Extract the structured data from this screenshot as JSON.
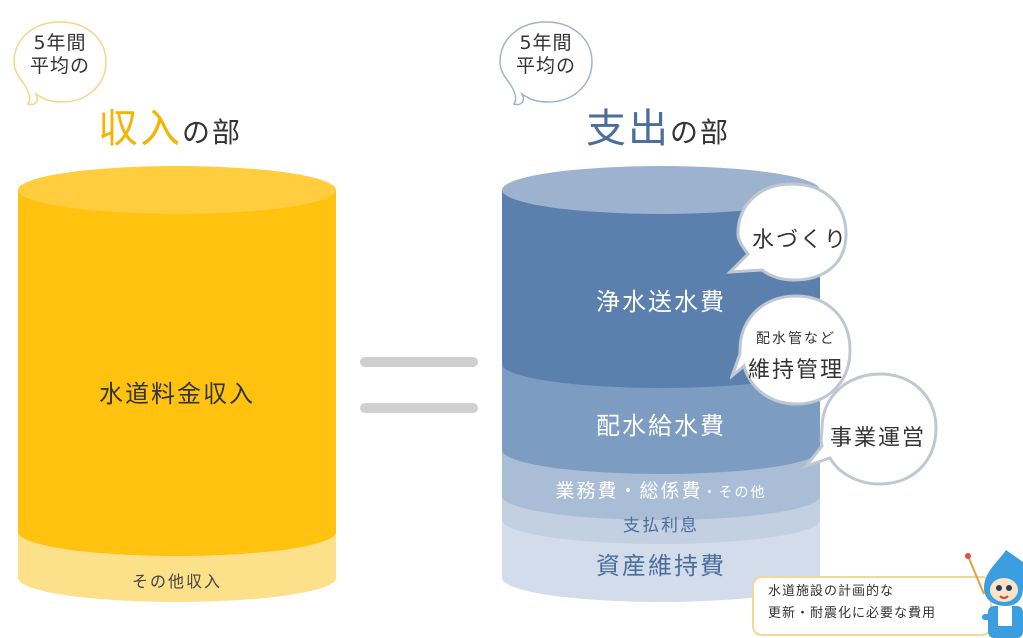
{
  "income": {
    "badge": {
      "line1": "5年間",
      "line2": "平均の"
    },
    "title_main": "収入",
    "title_suffix": "の部",
    "water_fee_label": "水道料金収入",
    "other_label": "その他収入"
  },
  "expense": {
    "badge": {
      "line1": "5年間",
      "line2": "平均の"
    },
    "title_main": "支出",
    "title_suffix": "の部",
    "purification_label": "浄水送水費",
    "distribution_label": "配水給水費",
    "business_label": "業務費・総係費",
    "business_suffix": "・その他",
    "interest_label": "支払利息",
    "asset_label": "資産維持費"
  },
  "speech": {
    "water_making": "水づくり",
    "pipe_small": "配水管など",
    "pipe_main": "維持管理",
    "operation": "事業運営"
  },
  "note": {
    "line1": "水道施設の計画的な",
    "line2": "更新・耐震化に必要な費用"
  },
  "colors": {
    "income_accent": "#f4b400",
    "expense_accent": "#4a6f9c",
    "income_body": "#ffc20e",
    "income_other": "#fde08a",
    "expense_dark": "#5b80ad",
    "expense_mid": "#7d9cc2",
    "expense_light": "#a9bdd6",
    "expense_pale": "#d3dcea"
  }
}
